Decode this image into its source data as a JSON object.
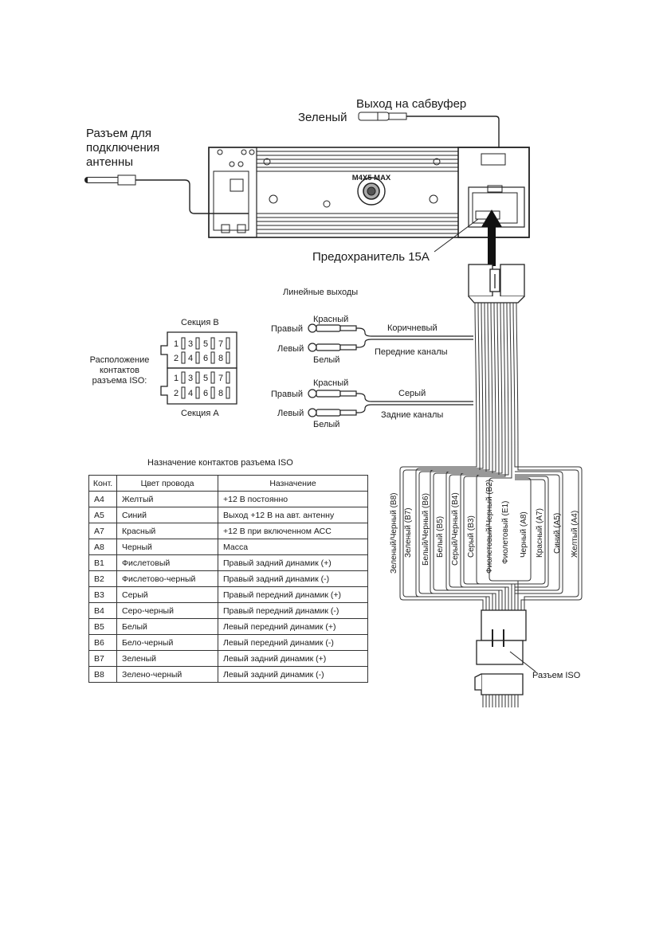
{
  "unit": {
    "subwoofer_out": "Выход на сабвуфер",
    "green": "Зеленый",
    "antenna": [
      "Разъем для",
      "подключения",
      "антенны"
    ],
    "fuse": "Предохранитель 15А",
    "model_text": "M4X5 MAX"
  },
  "line_out": {
    "title": "Линейные выходы",
    "front": {
      "right": "Правый",
      "red": "Красный",
      "left": "Левый",
      "white": "Белый",
      "wire": "Коричневый",
      "channels": "Передние каналы"
    },
    "rear": {
      "right": "Правый",
      "red": "Красный",
      "left": "Левый",
      "white": "Белый",
      "wire": "Серый",
      "channels": "Задние каналы"
    }
  },
  "iso_layout": {
    "caption": [
      "Расположение",
      "контактов",
      "разъема ISO:"
    ],
    "section_b": "Секция В",
    "section_a": "Секция А",
    "pins_top": [
      "1",
      "3",
      "5",
      "7"
    ],
    "pins_bottom": [
      "2",
      "4",
      "6",
      "8"
    ]
  },
  "table": {
    "title": "Назначение контактов разъема ISO",
    "headers": [
      "Конт.",
      "Цвет провода",
      "Назначение"
    ],
    "rows": [
      [
        "А4",
        "Желтый",
        "+12 В постоянно"
      ],
      [
        "А5",
        "Синий",
        "Выход +12 В на авт. антенну"
      ],
      [
        "А7",
        "Красный",
        "+12 В при включенном АСС"
      ],
      [
        "А8",
        "Черный",
        "Масса"
      ],
      [
        "В1",
        "Фислетовый",
        "Правый задний динамик (+)"
      ],
      [
        "В2",
        "Фислетово-черный",
        "Правый задний динамик (-)"
      ],
      [
        "В3",
        "Серый",
        "Правый передний динамик (+)"
      ],
      [
        "В4",
        "Серо-черный",
        "Правый передний динамик (-)"
      ],
      [
        "В5",
        "Белый",
        "Левый передний динамик (+)"
      ],
      [
        "В6",
        "Бело-черный",
        "Левый передний динамик (-)"
      ],
      [
        "В7",
        "Зеленый",
        "Левый задний динамик (+)"
      ],
      [
        "В8",
        "Зелено-черный",
        "Левый задний динамик (-)"
      ]
    ]
  },
  "wire_labels": [
    "Зеленый/Черный (В8)",
    "Зеленый (В7)",
    "Белый/Черный (В6)",
    "Белый (В5)",
    "Серый/Черный (В4)",
    "Серый (В3)",
    "Фиолетовый/Черный (В2)",
    "Фиолетовый (Е1)",
    "Черный (А8)",
    "Красный (А7)",
    "Синий (А5)",
    "Желтый (А4)"
  ],
  "iso_connector": "Разъем ISO"
}
